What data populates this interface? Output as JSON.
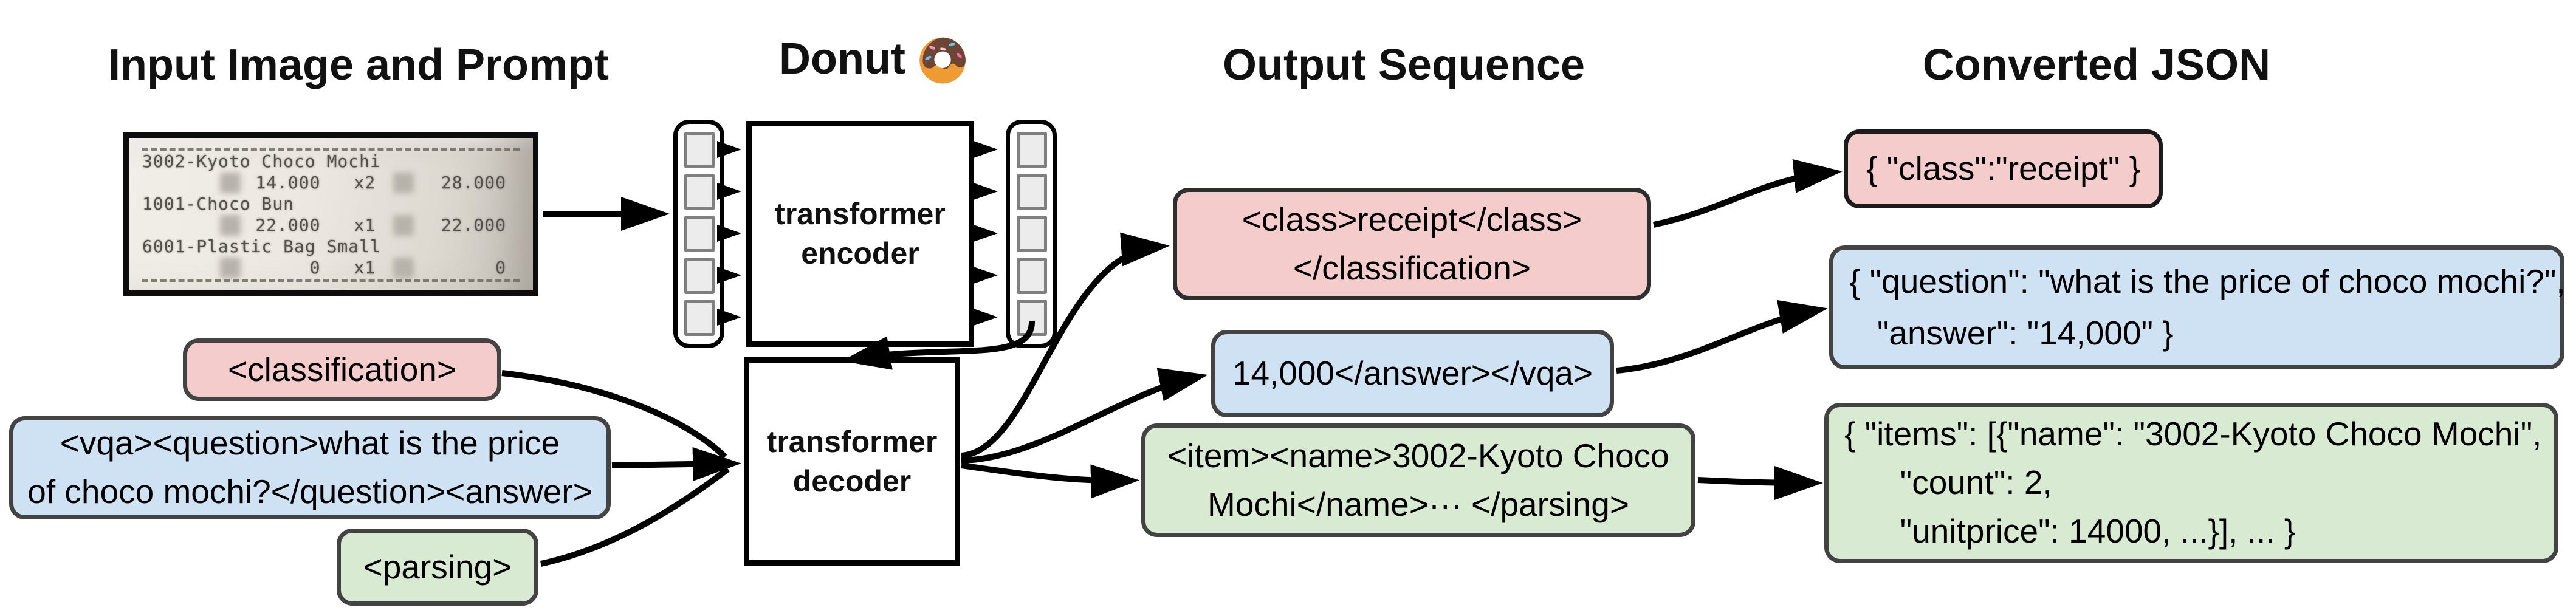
{
  "colors": {
    "pink": "#f4cccc",
    "blue": "#cfe2f3",
    "green": "#d9ead3",
    "box_border": "#434343",
    "arrow": "#000000"
  },
  "icons": {
    "model": "donut-icon"
  },
  "headers": {
    "input_col": "Input Image and Prompt",
    "model_col": "Donut",
    "model_emoji": "🍩",
    "output_col": "Output Sequence",
    "json_col": "Converted JSON"
  },
  "receipt": {
    "items": [
      {
        "name": "3002-Kyoto Choco Mochi",
        "price": "14.000",
        "qty": "x2",
        "total": "28.000"
      },
      {
        "name": "1001-Choco Bun",
        "price": "22.000",
        "qty": "x1",
        "total": "22.000"
      },
      {
        "name": "6001-Plastic Bag Small",
        "price": "0",
        "qty": "x1",
        "total": "0"
      }
    ]
  },
  "model": {
    "encoder_label": [
      "transformer",
      "encoder"
    ],
    "decoder_label": [
      "transformer",
      "decoder"
    ]
  },
  "prompts": [
    {
      "id": "classification",
      "text": [
        "<classification>"
      ]
    },
    {
      "id": "vqa",
      "text": [
        "<vqa><question>what is the price",
        "of choco mochi?</question><answer>"
      ]
    },
    {
      "id": "parsing",
      "text": [
        "<parsing>"
      ]
    }
  ],
  "outputs": [
    {
      "id": "classification",
      "text": [
        "<class>receipt</class>",
        "</classification>"
      ]
    },
    {
      "id": "vqa",
      "text": [
        "14,000</answer></vqa>"
      ]
    },
    {
      "id": "parsing",
      "text": [
        "<item><name>3002-Kyoto Choco",
        "Mochi</name>··· </parsing>"
      ]
    }
  ],
  "json_outputs": [
    {
      "id": "classification",
      "text": [
        "{ \"class\":\"receipt\" }"
      ]
    },
    {
      "id": "vqa",
      "text": [
        "{ \"question\": \"what is the price of choco mochi?\",",
        "   \"answer\": \"14,000\" }"
      ]
    },
    {
      "id": "parsing",
      "text": [
        "{ \"items\": [{\"name\": \"3002-Kyoto Choco Mochi\",",
        "      \"count\": 2,",
        "      \"unitprice\": 14000, ...}], ... }"
      ]
    }
  ]
}
